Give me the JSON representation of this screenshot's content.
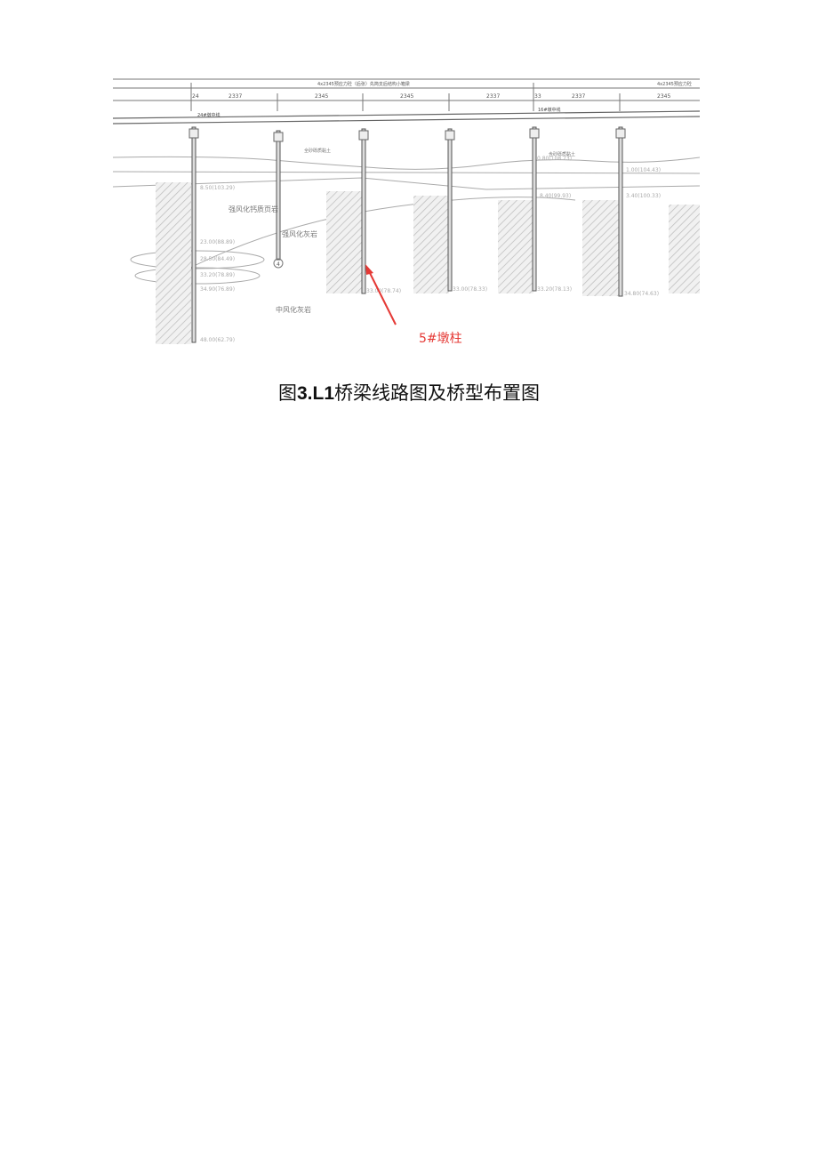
{
  "figure": {
    "title_bar_left": "4x2345预应力砼（后张）先简支后结构小箱梁",
    "title_bar_right": "4x2345预应力砼",
    "spans": [
      "24",
      "2337",
      "2345",
      "2345",
      "2337",
      "33",
      "2337",
      "2345"
    ],
    "support_labels": [
      "24#墩中线",
      "16#墩中线"
    ],
    "strata": [
      "强风化钙质页岩",
      "强风化灰岩",
      "中风化灰岩",
      "全砂砾质黏土",
      "含砂砾质黏土"
    ],
    "elevations_left": [
      "8.50(103.29)",
      "23.00(88.89)",
      "28.50(84.49)",
      "33.20(78.89)",
      "34.90(76.89)",
      "48.00(62.79)"
    ],
    "elevations_bottom": [
      "33.00(78.74)",
      "33.00(78.33)",
      "33.20(78.13)",
      "34.80(74.63)"
    ],
    "elevations_mid": [
      "0.80(108.73)",
      "8.40(99.93)",
      "3.40(100.33)",
      "1.00(104.43)"
    ],
    "circle_marker": "4",
    "callout": "5#墩柱",
    "callout_color": "#e53935"
  },
  "caption": {
    "prefix": "图",
    "number": "3.L1",
    "text": "桥梁线路图及桥型布置图"
  }
}
